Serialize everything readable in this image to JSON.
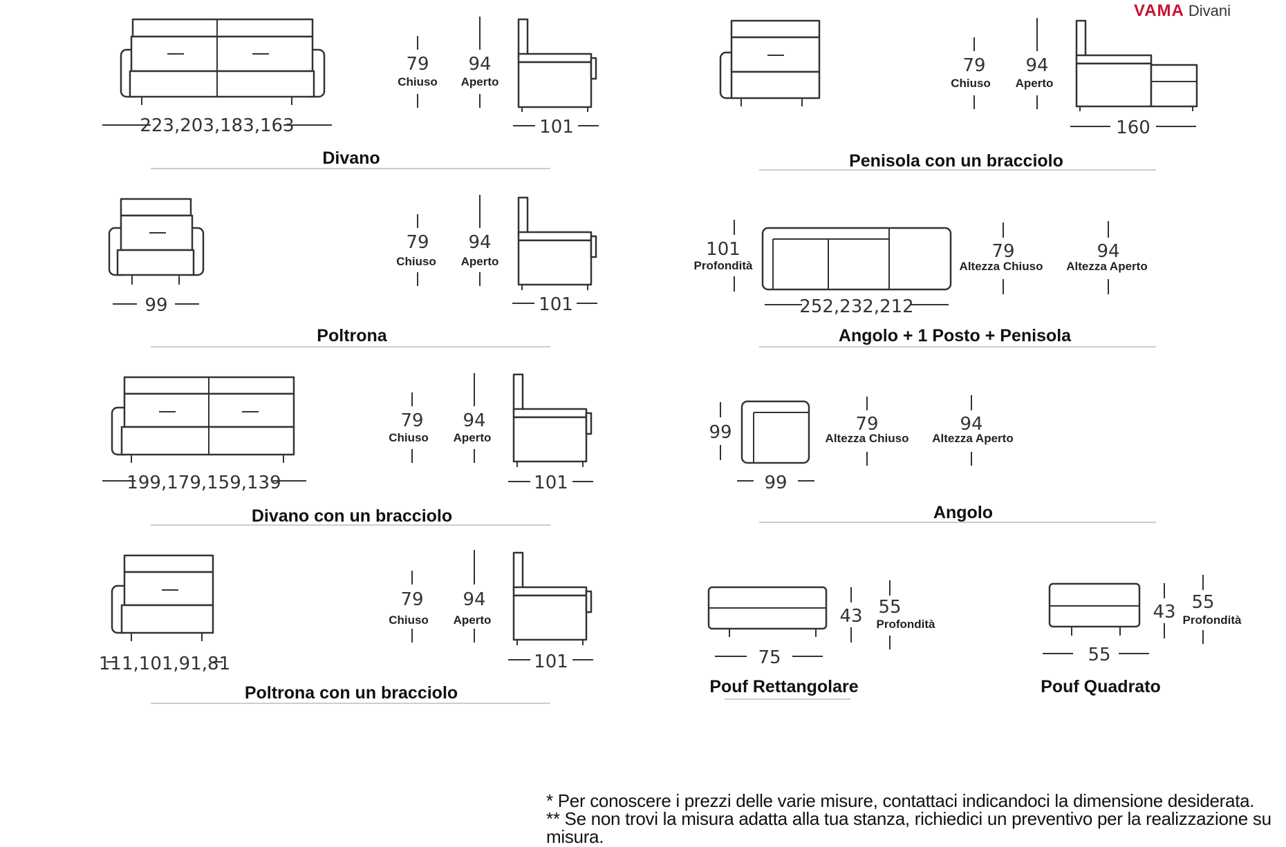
{
  "brand": {
    "name": "VAMA",
    "suffix": "Divani",
    "color": "#c8102e"
  },
  "items": {
    "divano": {
      "title": "Divano",
      "width": "223,203,183,163",
      "depth": "101",
      "h_closed": "79",
      "closed_label": "Chiuso",
      "h_open": "94",
      "open_label": "Aperto"
    },
    "penisola": {
      "title": "Penisola con un bracciolo",
      "width": "160",
      "h_closed": "79",
      "closed_label": "Chiuso",
      "h_open": "94",
      "open_label": "Aperto"
    },
    "poltrona": {
      "title": "Poltrona",
      "width": "99",
      "depth": "101",
      "h_closed": "79",
      "closed_label": "Chiuso",
      "h_open": "94",
      "open_label": "Aperto"
    },
    "angolo_posto_penisola": {
      "title": "Angolo + 1 Posto + Penisola",
      "width": "252,232,212",
      "depth": "101",
      "depth_label": "Profondità",
      "h_closed": "79",
      "closed_label": "Altezza Chiuso",
      "h_open": "94",
      "open_label": "Altezza Aperto"
    },
    "divano_bracciolo": {
      "title": "Divano con un bracciolo",
      "width": "199,179,159,139",
      "depth": "101",
      "h_closed": "79",
      "closed_label": "Chiuso",
      "h_open": "94",
      "open_label": "Aperto"
    },
    "angolo": {
      "title": "Angolo",
      "width": "99",
      "depth": "99",
      "h_closed": "79",
      "closed_label": "Altezza Chiuso",
      "h_open": "94",
      "open_label": "Altezza Aperto"
    },
    "poltrona_bracciolo": {
      "title": "Poltrona con un bracciolo",
      "width": "111,101,91,81",
      "depth": "101",
      "h_closed": "79",
      "closed_label": "Chiuso",
      "h_open": "94",
      "open_label": "Aperto"
    },
    "pouf_rett": {
      "title": "Pouf Rettangolare",
      "width": "75",
      "height": "43",
      "depth": "55",
      "depth_label": "Profondità"
    },
    "pouf_quad": {
      "title": "Pouf Quadrato",
      "width": "55",
      "height": "43",
      "depth": "55",
      "depth_label": "Profondità"
    }
  },
  "notes": {
    "line1": "* Per conoscere i prezzi delle varie misure, contattaci indicandoci la dimensione desiderata.",
    "line2": "** Se non trovi la misura adatta alla tua stanza, richiedici un preventivo per la realizzazione su misura."
  }
}
